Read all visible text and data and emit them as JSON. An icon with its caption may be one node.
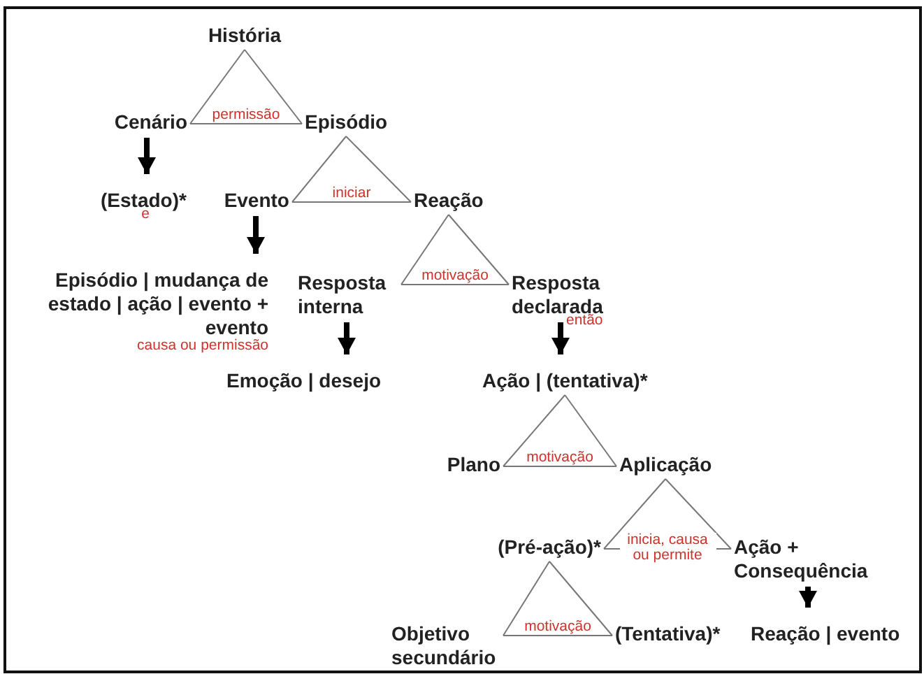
{
  "diagram": {
    "nodes": [
      {
        "text": [
          "História"
        ]
      },
      {
        "text": [
          "Cenário"
        ]
      },
      {
        "text": [
          "Episódio"
        ]
      },
      {
        "text": [
          "(Estado)*"
        ],
        "beside": [
          "e"
        ]
      },
      {
        "text": [
          "Evento"
        ]
      },
      {
        "text": [
          "Reação"
        ]
      },
      {
        "text": [
          "Episódio | mudança de estado | ação | evento + evento"
        ],
        "beside": [
          "causa ou permissão"
        ]
      },
      {
        "text": [
          "Resposta interna"
        ]
      },
      {
        "text": [
          "Resposta declarada"
        ],
        "beside": [
          "então"
        ]
      },
      {
        "text": [
          "Emoção | desejo"
        ]
      },
      {
        "text": [
          "Ação | (tentativa)*"
        ]
      },
      {
        "text": [
          "Plano"
        ]
      },
      {
        "text": [
          "Aplicação"
        ]
      },
      {
        "text": [
          "(Pré-ação)*"
        ]
      },
      {
        "text": [
          "Ação + Consequência"
        ]
      },
      {
        "text": [
          "Objetivo secundário"
        ]
      },
      {
        "text": [
          "(Tentativa)*"
        ]
      },
      {
        "text": [
          "Reação | evento"
        ]
      }
    ],
    "edges": [
      {
        "from": 0,
        "to": 1,
        "arrow": "none"
      },
      {
        "from": 0,
        "to": 2,
        "arrow": "none"
      },
      {
        "from": 1,
        "to": 2,
        "arrow": "none",
        "label": "permissão"
      },
      {
        "from": 1,
        "to": 3,
        "arrow": "to",
        "style": "thick",
        "color": "#000000"
      },
      {
        "from": 2,
        "to": 4,
        "arrow": "none"
      },
      {
        "from": 2,
        "to": 5,
        "arrow": "none"
      },
      {
        "from": 4,
        "to": 5,
        "arrow": "none",
        "label": "iniciar"
      },
      {
        "from": 4,
        "to": 6,
        "arrow": "to",
        "style": "thick",
        "color": "#000000"
      },
      {
        "from": 5,
        "to": 7,
        "arrow": "none"
      },
      {
        "from": 5,
        "to": 8,
        "arrow": "none"
      },
      {
        "from": 7,
        "to": 8,
        "arrow": "none",
        "label": "motivação"
      },
      {
        "from": 7,
        "to": 9,
        "arrow": "to",
        "style": "thick",
        "color": "#000000"
      },
      {
        "from": 8,
        "to": 10,
        "arrow": "to",
        "style": "thick",
        "color": "#000000"
      },
      {
        "from": 10,
        "to": 11,
        "arrow": "none"
      },
      {
        "from": 10,
        "to": 12,
        "arrow": "none"
      },
      {
        "from": 11,
        "to": 12,
        "arrow": "none",
        "label": "motivação"
      },
      {
        "from": 12,
        "to": 13,
        "arrow": "none"
      },
      {
        "from": 12,
        "to": 14,
        "arrow": "none"
      },
      {
        "from": 13,
        "to": 14,
        "arrow": "none",
        "label": "inicia, causa ou permite"
      },
      {
        "from": 14,
        "to": 17,
        "arrow": "to",
        "style": "thick",
        "color": "#000000"
      },
      {
        "from": 13,
        "to": 15,
        "arrow": "none"
      },
      {
        "from": 13,
        "to": 16,
        "arrow": "none"
      },
      {
        "from": 15,
        "to": 16,
        "arrow": "none",
        "label": "motivação"
      }
    ]
  }
}
